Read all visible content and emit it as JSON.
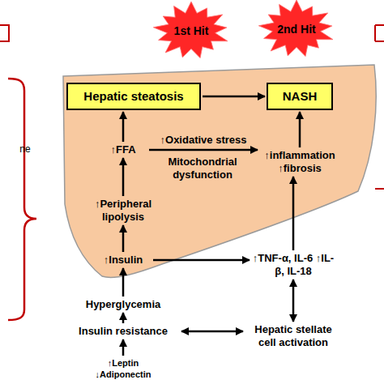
{
  "diagram": {
    "nodes": [
      {
        "text": [
          "1st Hit"
        ]
      },
      {
        "text": [
          "2nd Hit"
        ]
      },
      {
        "text": [
          "Hepatic steatosis"
        ]
      },
      {
        "text": [
          "NASH"
        ]
      },
      {
        "text": [
          "↑FFA"
        ]
      },
      {
        "text": [
          "↑inflammation ↑fibrosis"
        ]
      },
      {
        "text": [
          "↑Peripheral lipolysis"
        ]
      },
      {
        "text": [
          "↑Insulin"
        ]
      },
      {
        "text": [
          "↑TNF-α, IL-6 ↑IL-β, IL-18"
        ]
      },
      {
        "text": [
          "Hyperglycemia"
        ]
      },
      {
        "text": [
          "Insulin resistance"
        ]
      },
      {
        "text": [
          "Hepatic stellate cell activation"
        ]
      },
      {
        "text": [
          "↑Leptin ↓Adiponectin"
        ]
      }
    ],
    "edges": [
      {
        "from": 2,
        "to": 3,
        "arrow": "to"
      },
      {
        "from": 4,
        "to": 2,
        "arrow": "to"
      },
      {
        "from": 4,
        "to": 5,
        "label": "↑Oxidative stress",
        "arrow": "to"
      },
      {
        "from": 5,
        "to": 3,
        "arrow": "to"
      },
      {
        "from": 6,
        "to": 4,
        "arrow": "to"
      },
      {
        "from": 7,
        "to": 6,
        "arrow": "to"
      },
      {
        "from": 7,
        "to": 8,
        "arrow": "to"
      },
      {
        "from": 8,
        "to": 5,
        "arrow": "to"
      },
      {
        "from": 9,
        "to": 7,
        "arrow": "to"
      },
      {
        "from": 10,
        "to": 9,
        "arrow": "to"
      },
      {
        "from": 12,
        "to": 10,
        "arrow": "to"
      },
      {
        "from": 8,
        "to": 11,
        "arrow": "both"
      },
      {
        "from": 10,
        "to": 11,
        "arrow": "both"
      }
    ],
    "labels": [
      "Mitochondrial dysfunction",
      "ne"
    ]
  }
}
